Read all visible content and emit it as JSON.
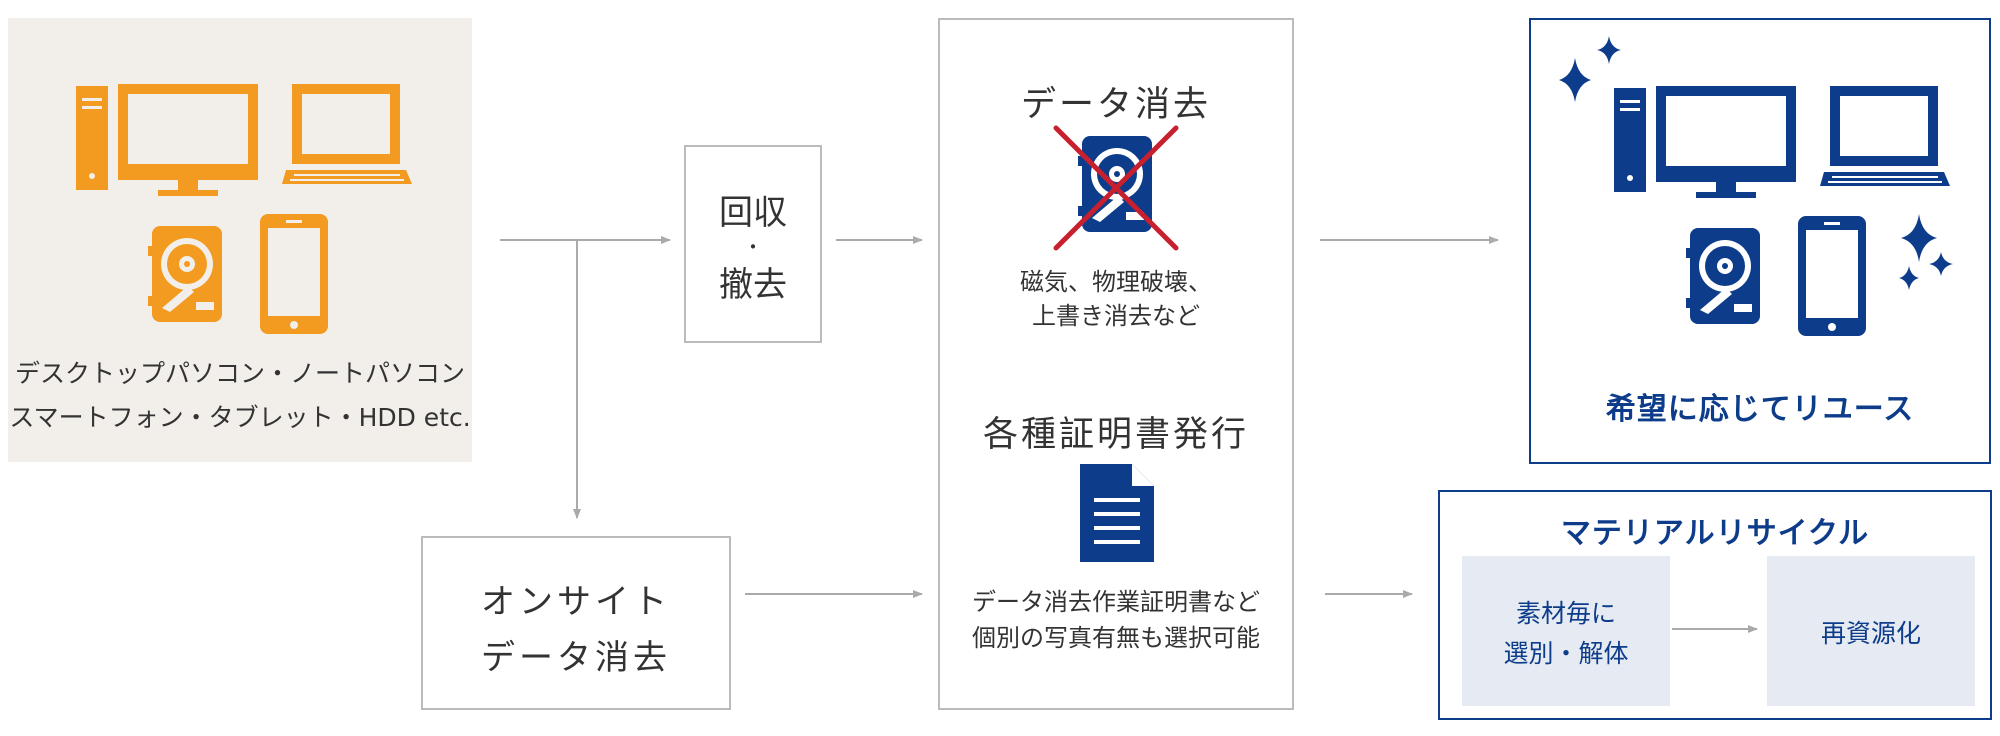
{
  "colors": {
    "orange": "#F39A21",
    "navy": "#0D3C8A",
    "red": "#C8202F",
    "grey_line": "#AAAAAA",
    "beige": "#F2EFEA",
    "light_blue": "#E6EBF3"
  },
  "devices": {
    "line1": "デスクトップパソコン・ノートパソコン",
    "line2": "スマートフォン・タブレット・HDD etc."
  },
  "collect": {
    "line1": "回収",
    "dot": "・",
    "line2": "撤去"
  },
  "onsite": {
    "line1": "オンサイト",
    "line2": "データ消去"
  },
  "erase": {
    "title": "データ消去",
    "caption1": "磁気、物理破壊、",
    "caption2": "上書き消去など"
  },
  "cert": {
    "title": "各種証明書発行",
    "caption1": "データ消去作業証明書など",
    "caption2": "個別の写真有無も選択可能"
  },
  "reuse": {
    "label": "希望に応じてリユース"
  },
  "recycle": {
    "title": "マテリアルリサイクル",
    "sort_line1": "素材毎に",
    "sort_line2": "選別・解体",
    "resource": "再資源化"
  }
}
